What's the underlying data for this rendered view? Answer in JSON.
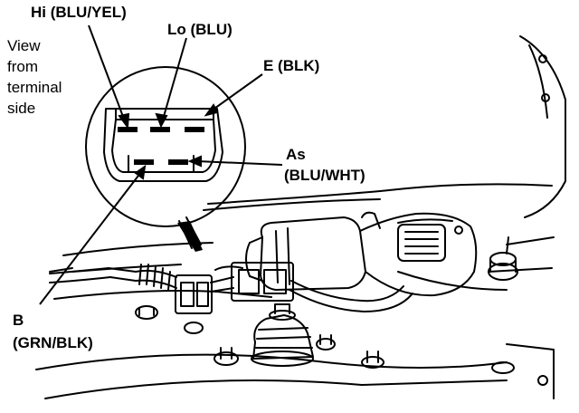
{
  "callouts": {
    "hi": "Hi (BLU/YEL)",
    "lo": "Lo (BLU)",
    "e": "E (BLK)",
    "as_line1": "As",
    "as_line2": "(BLU/WHT)",
    "b_line1": "B",
    "b_line2": "(GRN/BLK)"
  },
  "view_note": {
    "line1": "View",
    "line2": "from",
    "line3": "terminal",
    "line4": "side"
  },
  "colors": {
    "ink": "#000000",
    "paper": "#ffffff"
  }
}
